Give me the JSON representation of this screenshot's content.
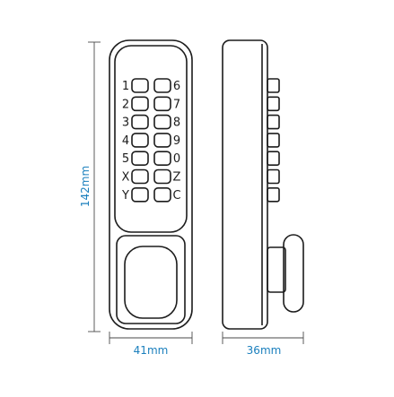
{
  "dimensions": {
    "height": "142mm",
    "front_width": "41mm",
    "side_depth": "36mm"
  },
  "keypad": {
    "rows": [
      {
        "left": "1",
        "right": "6"
      },
      {
        "left": "2",
        "right": "7"
      },
      {
        "left": "3",
        "right": "8"
      },
      {
        "left": "4",
        "right": "9"
      },
      {
        "left": "5",
        "right": "0"
      },
      {
        "left": "X",
        "right": "Z"
      },
      {
        "left": "Y",
        "right": "C"
      }
    ]
  },
  "colors": {
    "outline": "#1c1c1c",
    "dimension_text": "#1a7fbd",
    "dimension_line": "#4a4a4a"
  }
}
